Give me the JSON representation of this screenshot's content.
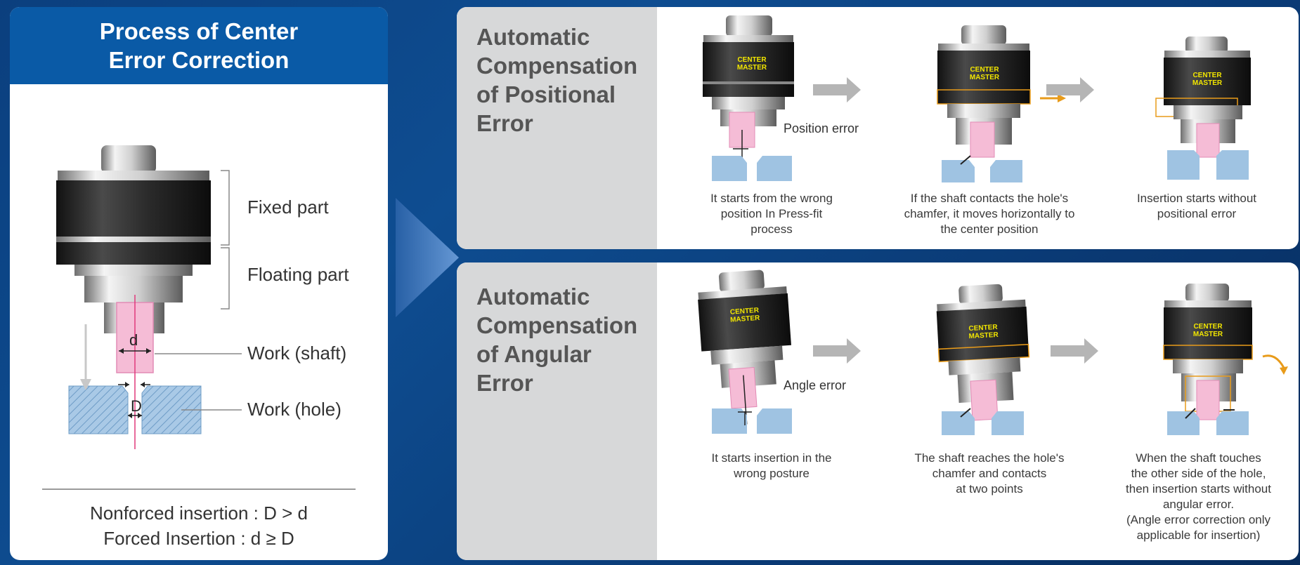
{
  "left_panel": {
    "title_line1": "Process of Center",
    "title_line2": "Error Correction",
    "labels": {
      "fixed": "Fixed part",
      "floating": "Floating part",
      "shaft": "Work (shaft)",
      "hole": "Work (hole)"
    },
    "dim_small": "d",
    "dim_big": "D",
    "formula1": "Nonforced insertion : D > d",
    "formula2": "Forced Insertion : d ≥ D"
  },
  "positional": {
    "title": [
      "Automatic",
      "Compensation",
      "of Positional",
      "Error"
    ],
    "error_label": "Position error",
    "logo": [
      "CENTER",
      "MASTER"
    ],
    "captions": [
      [
        "It starts from the wrong",
        "position In Press-fit",
        "process"
      ],
      [
        "If the shaft contacts the hole's",
        "chamfer, it moves horizontally to",
        "the center position"
      ],
      [
        "Insertion starts without",
        "positional error"
      ]
    ]
  },
  "angular": {
    "title": [
      "Automatic",
      "Compensation",
      "of Angular",
      "Error"
    ],
    "error_label": "Angle error",
    "logo": [
      "CENTER",
      "MASTER"
    ],
    "captions": [
      [
        "It starts insertion in the",
        "wrong posture"
      ],
      [
        "The shaft reaches the hole's",
        "chamfer and contacts",
        "at two points"
      ],
      [
        "When the shaft touches",
        "the other side of the hole,",
        "then insertion starts without",
        "angular error.",
        "(Angle error correction only",
        "applicable for insertion)"
      ]
    ]
  },
  "colors": {
    "header_blue": "#0a5aa6",
    "shaft_pink": "#f5bcd6",
    "hole_blue": "#9fc3e2",
    "logo_yellow": "#f2e600",
    "arrow_orange": "#e89b1a"
  }
}
